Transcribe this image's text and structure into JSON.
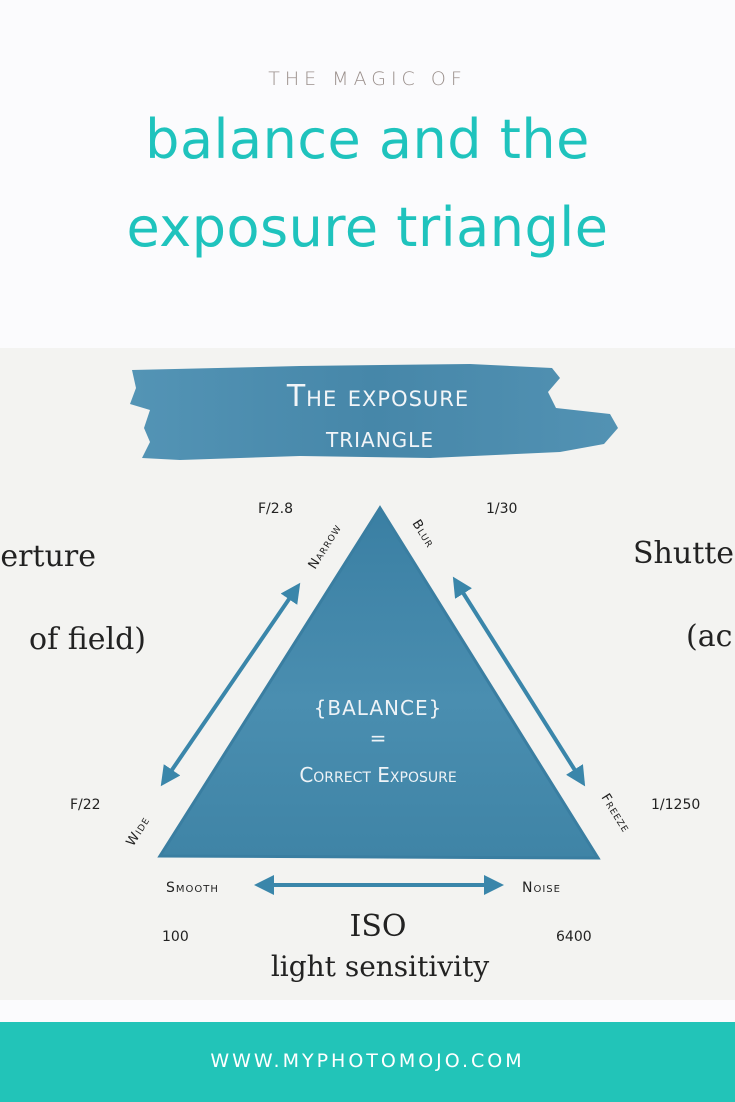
{
  "header": {
    "kicker": "THE MAGIC OF",
    "title_line1": "balance and the",
    "title_line2": "exposure triangle"
  },
  "diagram": {
    "banner_line1": "The exposure",
    "banner_line2": "triangle",
    "center_line1": "{BALANCE}",
    "center_line2": "=",
    "center_line3": "Correct Exposure",
    "aperture": {
      "label_line1": "erture",
      "label_line2": "of field)",
      "narrow": "Narrow",
      "wide": "Wide",
      "f_narrow": "F/2.8",
      "f_wide": "F/22"
    },
    "shutter": {
      "label_line1": "Shutte",
      "label_line2": "(ac",
      "blur": "Blur",
      "freeze": "Freeze",
      "speed_slow": "1/30",
      "speed_fast": "1/1250"
    },
    "iso": {
      "label_line1": "ISO",
      "label_line2": "light sensitivity",
      "smooth": "Smooth",
      "noise": "Noise",
      "low": "100",
      "high": "6400"
    }
  },
  "footer": {
    "url": "WWW.MYPHOTOMOJO.COM"
  },
  "colors": {
    "accent": "#1fc3bd",
    "footer_bg": "#22c4b8",
    "watercolor": "#3f84a6",
    "kicker": "#9a8f8b"
  }
}
